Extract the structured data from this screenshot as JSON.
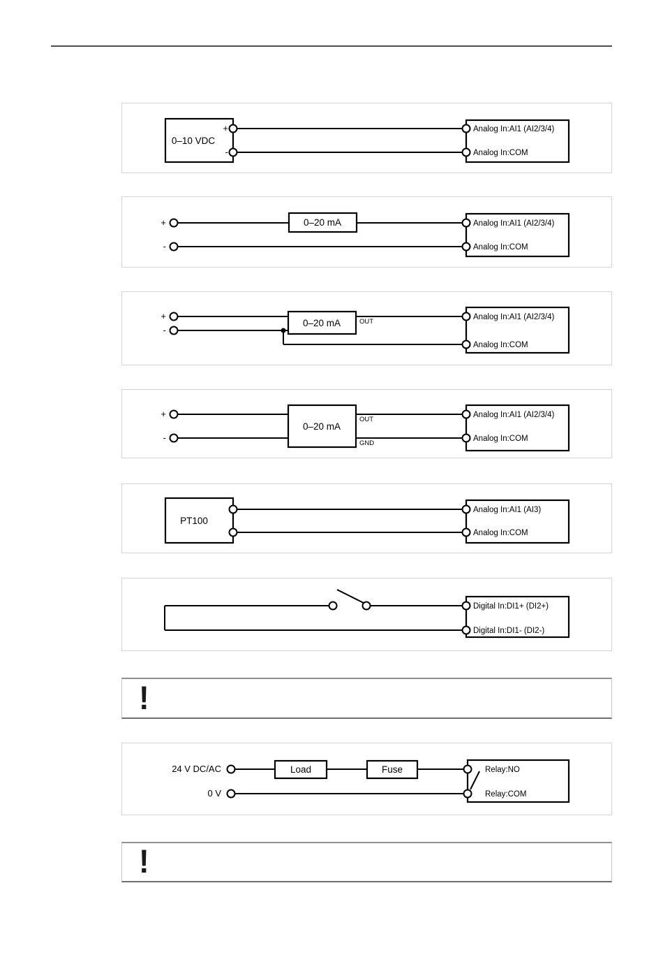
{
  "colors": {
    "wire": "#000000",
    "panel_border": "#d3d3d3",
    "header_rule": "#4d4d4d",
    "warning_border_top": "#8f8f8f",
    "warning_border_bottom": "#6e6e6e"
  },
  "diagrams": {
    "analog_voltage": {
      "source": "0–10 VDC",
      "plus": "+",
      "minus": "-",
      "terminal1": "Analog In:AI1 (AI2/3/4)",
      "terminal2": "Analog In:COM"
    },
    "current_2wire": {
      "plus": "+",
      "minus": "-",
      "device": "0–20 mA",
      "terminal1": "Analog In:AI1 (AI2/3/4)",
      "terminal2": "Analog In:COM"
    },
    "current_3wire_shared": {
      "plus": "+",
      "minus": "-",
      "device": "0–20 mA",
      "out": "OUT",
      "terminal1": "Analog In:AI1 (AI2/3/4)",
      "terminal2": "Analog In:COM"
    },
    "current_3wire": {
      "plus": "+",
      "minus": "-",
      "device": "0–20 mA",
      "out": "OUT",
      "gnd": "GND",
      "terminal1": "Analog In:AI1 (AI2/3/4)",
      "terminal2": "Analog In:COM"
    },
    "pt100": {
      "source": "PT100",
      "terminal1": "Analog In:AI1 (AI3)",
      "terminal2": "Analog In:COM"
    },
    "digital_input": {
      "terminal1": "Digital In:DI1+ (DI2+)",
      "terminal2": "Digital In:DI1- (DI2-)"
    },
    "relay": {
      "supply": "24 V DC/AC",
      "zero": "0 V",
      "load": "Load",
      "fuse": "Fuse",
      "terminal1": "Relay:NO",
      "terminal2": "Relay:COM"
    }
  },
  "notices": {
    "exclamation": "!"
  }
}
